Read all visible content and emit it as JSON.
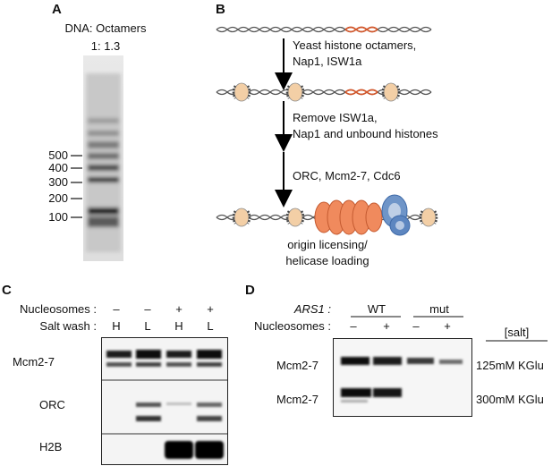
{
  "panels": {
    "a": {
      "letter": "A",
      "title": "DNA: Octamers",
      "ratio": "1: 1.3",
      "ladder": [
        "500",
        "400",
        "300",
        "200",
        "100"
      ]
    },
    "b": {
      "letter": "B",
      "step1": [
        "Yeast histone octamers,",
        "Nap1, ISW1a"
      ],
      "step2": [
        "Remove ISW1a,",
        "Nap1 and unbound histones"
      ],
      "step3": [
        "ORC, Mcm2-7, Cdc6"
      ],
      "result": [
        "origin licensing/",
        "helicase loading"
      ]
    },
    "c": {
      "letter": "C",
      "row_labels": [
        "Nucleosomes :",
        "Salt wash :"
      ],
      "nucleosomes": [
        "–",
        "–",
        "+",
        "+"
      ],
      "salt_wash": [
        "H",
        "L",
        "H",
        "L"
      ],
      "bands": [
        "Mcm2-7",
        "ORC",
        "H2B"
      ]
    },
    "d": {
      "letter": "D",
      "ars_label": "ARS1 :",
      "groups": [
        "WT",
        "mut"
      ],
      "nucleosome_label": "Nucleosomes :",
      "nucleosomes": [
        "–",
        "+",
        "–",
        "+"
      ],
      "salt_header": "[salt]",
      "rows": [
        {
          "band": "Mcm2-7",
          "salt": "125mM KGlu"
        },
        {
          "band": "Mcm2-7",
          "salt": "300mM KGlu"
        }
      ]
    }
  },
  "colors": {
    "dna": "#555555",
    "origin": "#d2572b",
    "nucleosome": "#f3cfa6",
    "orc": "#f08a5d",
    "mcm": "#6f95c8"
  },
  "icons": [
    "dna-helix-icon",
    "nucleosome-icon",
    "orc-complex-icon",
    "mcm-helicase-icon",
    "arrow-down-icon"
  ]
}
